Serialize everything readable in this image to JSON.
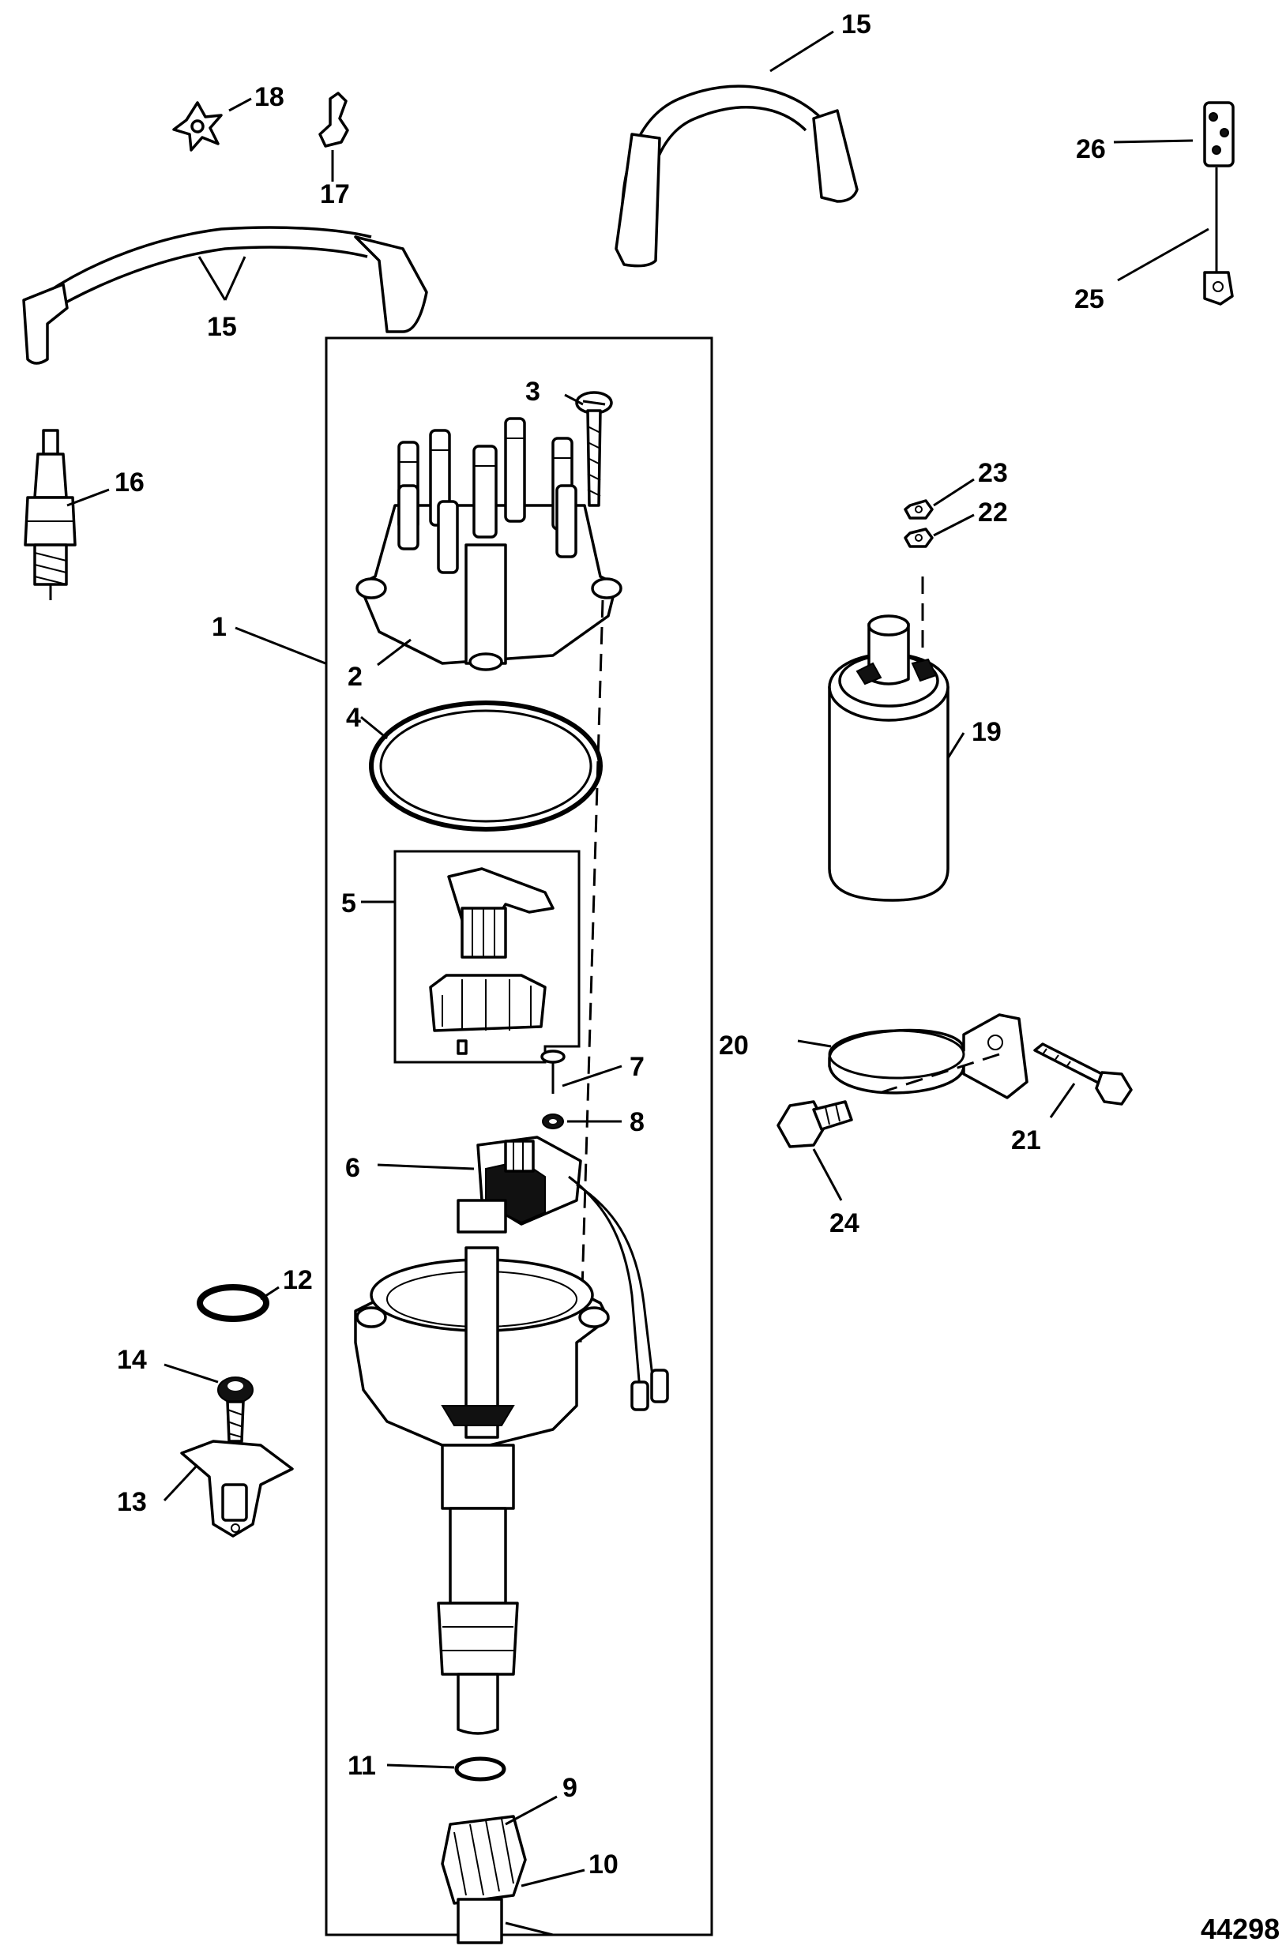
{
  "diagram": {
    "figure_number": "44298",
    "callouts": {
      "c1": "1",
      "c2": "2",
      "c3": "3",
      "c4": "4",
      "c5": "5",
      "c6": "6",
      "c7": "7",
      "c8": "8",
      "c9": "9",
      "c10": "10",
      "c11": "11",
      "c12": "12",
      "c13": "13",
      "c14": "14",
      "c15a": "15",
      "c15b": "15",
      "c16": "16",
      "c17": "17",
      "c18": "18",
      "c19": "19",
      "c20": "20",
      "c21": "21",
      "c22": "22",
      "c23": "23",
      "c24": "24",
      "c25": "25",
      "c26": "26"
    }
  }
}
